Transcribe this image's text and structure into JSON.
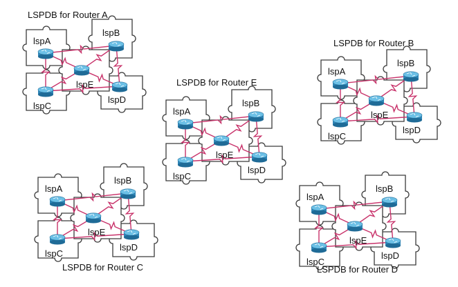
{
  "colors": {
    "link": "#c8326a",
    "router_body": "#2f86b8",
    "router_top": "#6cc0e6",
    "piece_border": "#3a3a3a",
    "background": "#ffffff"
  },
  "router_icon": "router-icon",
  "databases": [
    {
      "id": "A",
      "title": "LSPDB for Router A",
      "routers": [
        "lspA",
        "lspB",
        "lspE",
        "lspC",
        "lspD"
      ]
    },
    {
      "id": "E",
      "title": "LSPDB for Router E",
      "routers": [
        "lspA",
        "lspB",
        "lspE",
        "lspC",
        "lspD"
      ]
    },
    {
      "id": "B",
      "title": "LSPDB for Router B",
      "routers": [
        "lspA",
        "lspB",
        "lspE",
        "lspC",
        "lspD"
      ]
    },
    {
      "id": "C",
      "title": "LSPDB for Router C",
      "routers": [
        "lspA",
        "lspB",
        "lspE",
        "lspC",
        "lspD"
      ]
    },
    {
      "id": "D",
      "title": "LSPDB for Router D",
      "routers": [
        "lspA",
        "lspB",
        "lspE",
        "lspC",
        "lspD"
      ]
    }
  ]
}
